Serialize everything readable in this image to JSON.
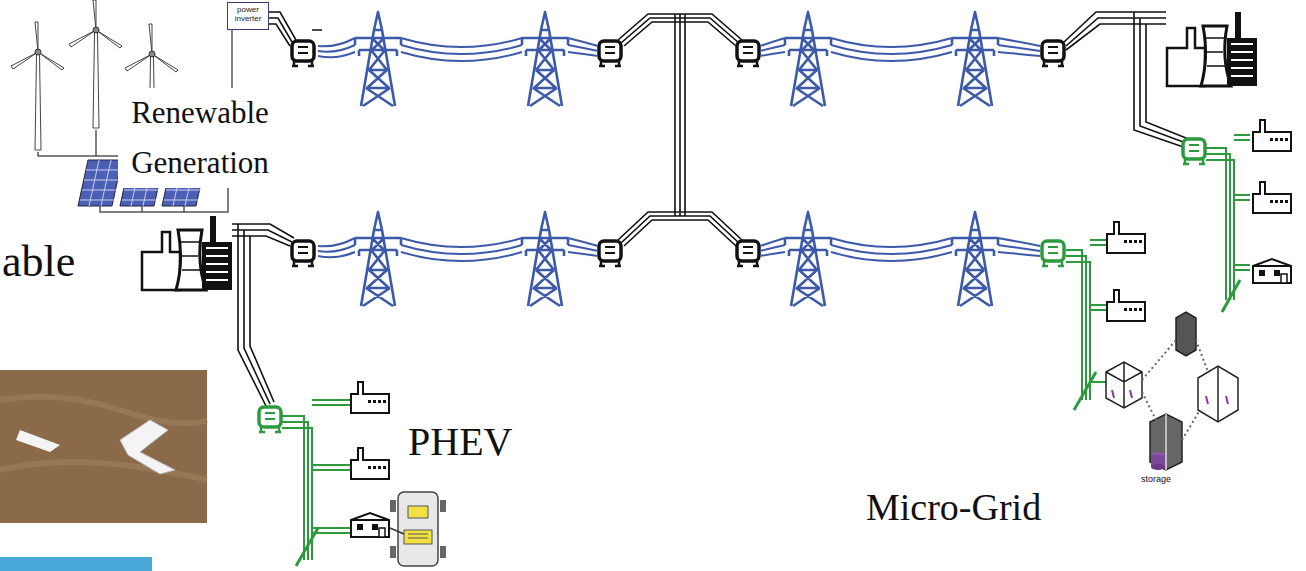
{
  "diagram": {
    "nodes": [
      {
        "text": [
          "power inverter"
        ]
      }
    ],
    "labels": [
      "Renewable Generation",
      "able",
      "PHEV",
      "Micro-Grid",
      "storage"
    ]
  }
}
